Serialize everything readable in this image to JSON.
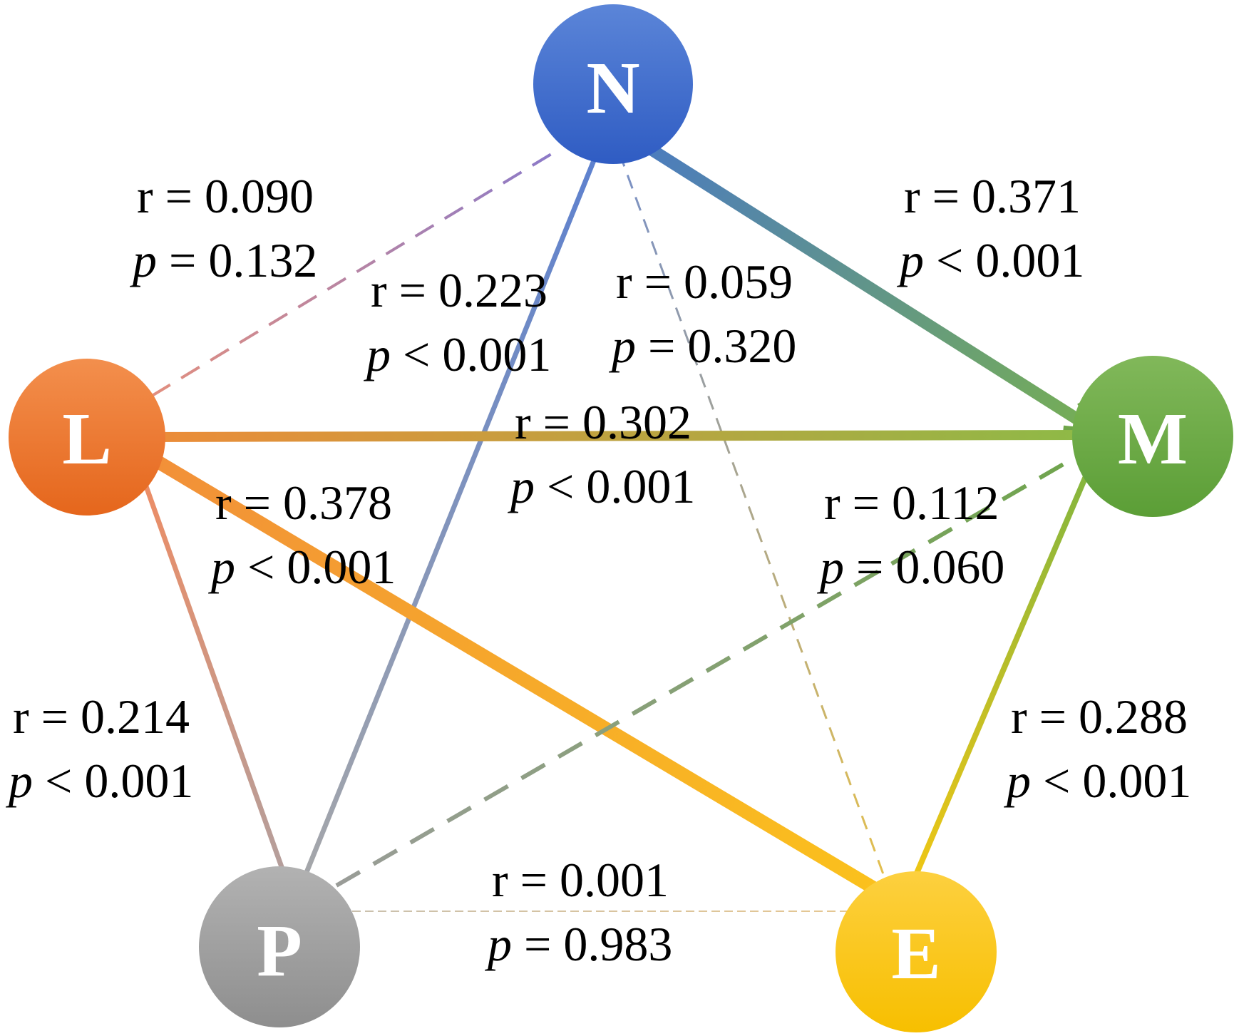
{
  "nodes": [
    {
      "id": "N",
      "label": "N",
      "color": "#3f6bcc"
    },
    {
      "id": "L",
      "label": "L",
      "color": "#ee7a33"
    },
    {
      "id": "M",
      "label": "M",
      "color": "#6cab45"
    },
    {
      "id": "P",
      "label": "P",
      "color": "#9e9e9e"
    },
    {
      "id": "E",
      "label": "E",
      "color": "#f8c21b"
    }
  ],
  "edges": [
    {
      "id": "LN",
      "from": "L",
      "to": "N",
      "r_text": "r = 0.090",
      "p_sym": "p",
      "p_rest": " = 0.132",
      "significant": false
    },
    {
      "id": "NM",
      "from": "N",
      "to": "M",
      "r_text": "r = 0.371",
      "p_sym": "p",
      "p_rest": " < 0.001",
      "significant": true
    },
    {
      "id": "PN",
      "from": "P",
      "to": "N",
      "r_text": "r = 0.223",
      "p_sym": "p",
      "p_rest": " < 0.001",
      "significant": true
    },
    {
      "id": "EN",
      "from": "E",
      "to": "N",
      "r_text": "r = 0.059",
      "p_sym": "p",
      "p_rest": " = 0.320",
      "significant": false
    },
    {
      "id": "ML",
      "from": "M",
      "to": "L",
      "r_text": "r = 0.302",
      "p_sym": "p",
      "p_rest": " < 0.001",
      "significant": true
    },
    {
      "id": "EL",
      "from": "E",
      "to": "L",
      "r_text": "r = 0.378",
      "p_sym": "p",
      "p_rest": " < 0.001",
      "significant": true
    },
    {
      "id": "PM",
      "from": "P",
      "to": "M",
      "r_text": "r = 0.112",
      "p_sym": "p",
      "p_rest": " = 0.060",
      "significant": false
    },
    {
      "id": "LP",
      "from": "L",
      "to": "P",
      "r_text": "r = 0.214",
      "p_sym": "p",
      "p_rest": " < 0.001",
      "significant": true
    },
    {
      "id": "ME",
      "from": "M",
      "to": "E",
      "r_text": "r = 0.288",
      "p_sym": "p",
      "p_rest": " < 0.001",
      "significant": true
    },
    {
      "id": "PE",
      "from": "P",
      "to": "E",
      "r_text": "r = 0.001",
      "p_sym": "p",
      "p_rest": " = 0.983",
      "significant": false
    }
  ]
}
